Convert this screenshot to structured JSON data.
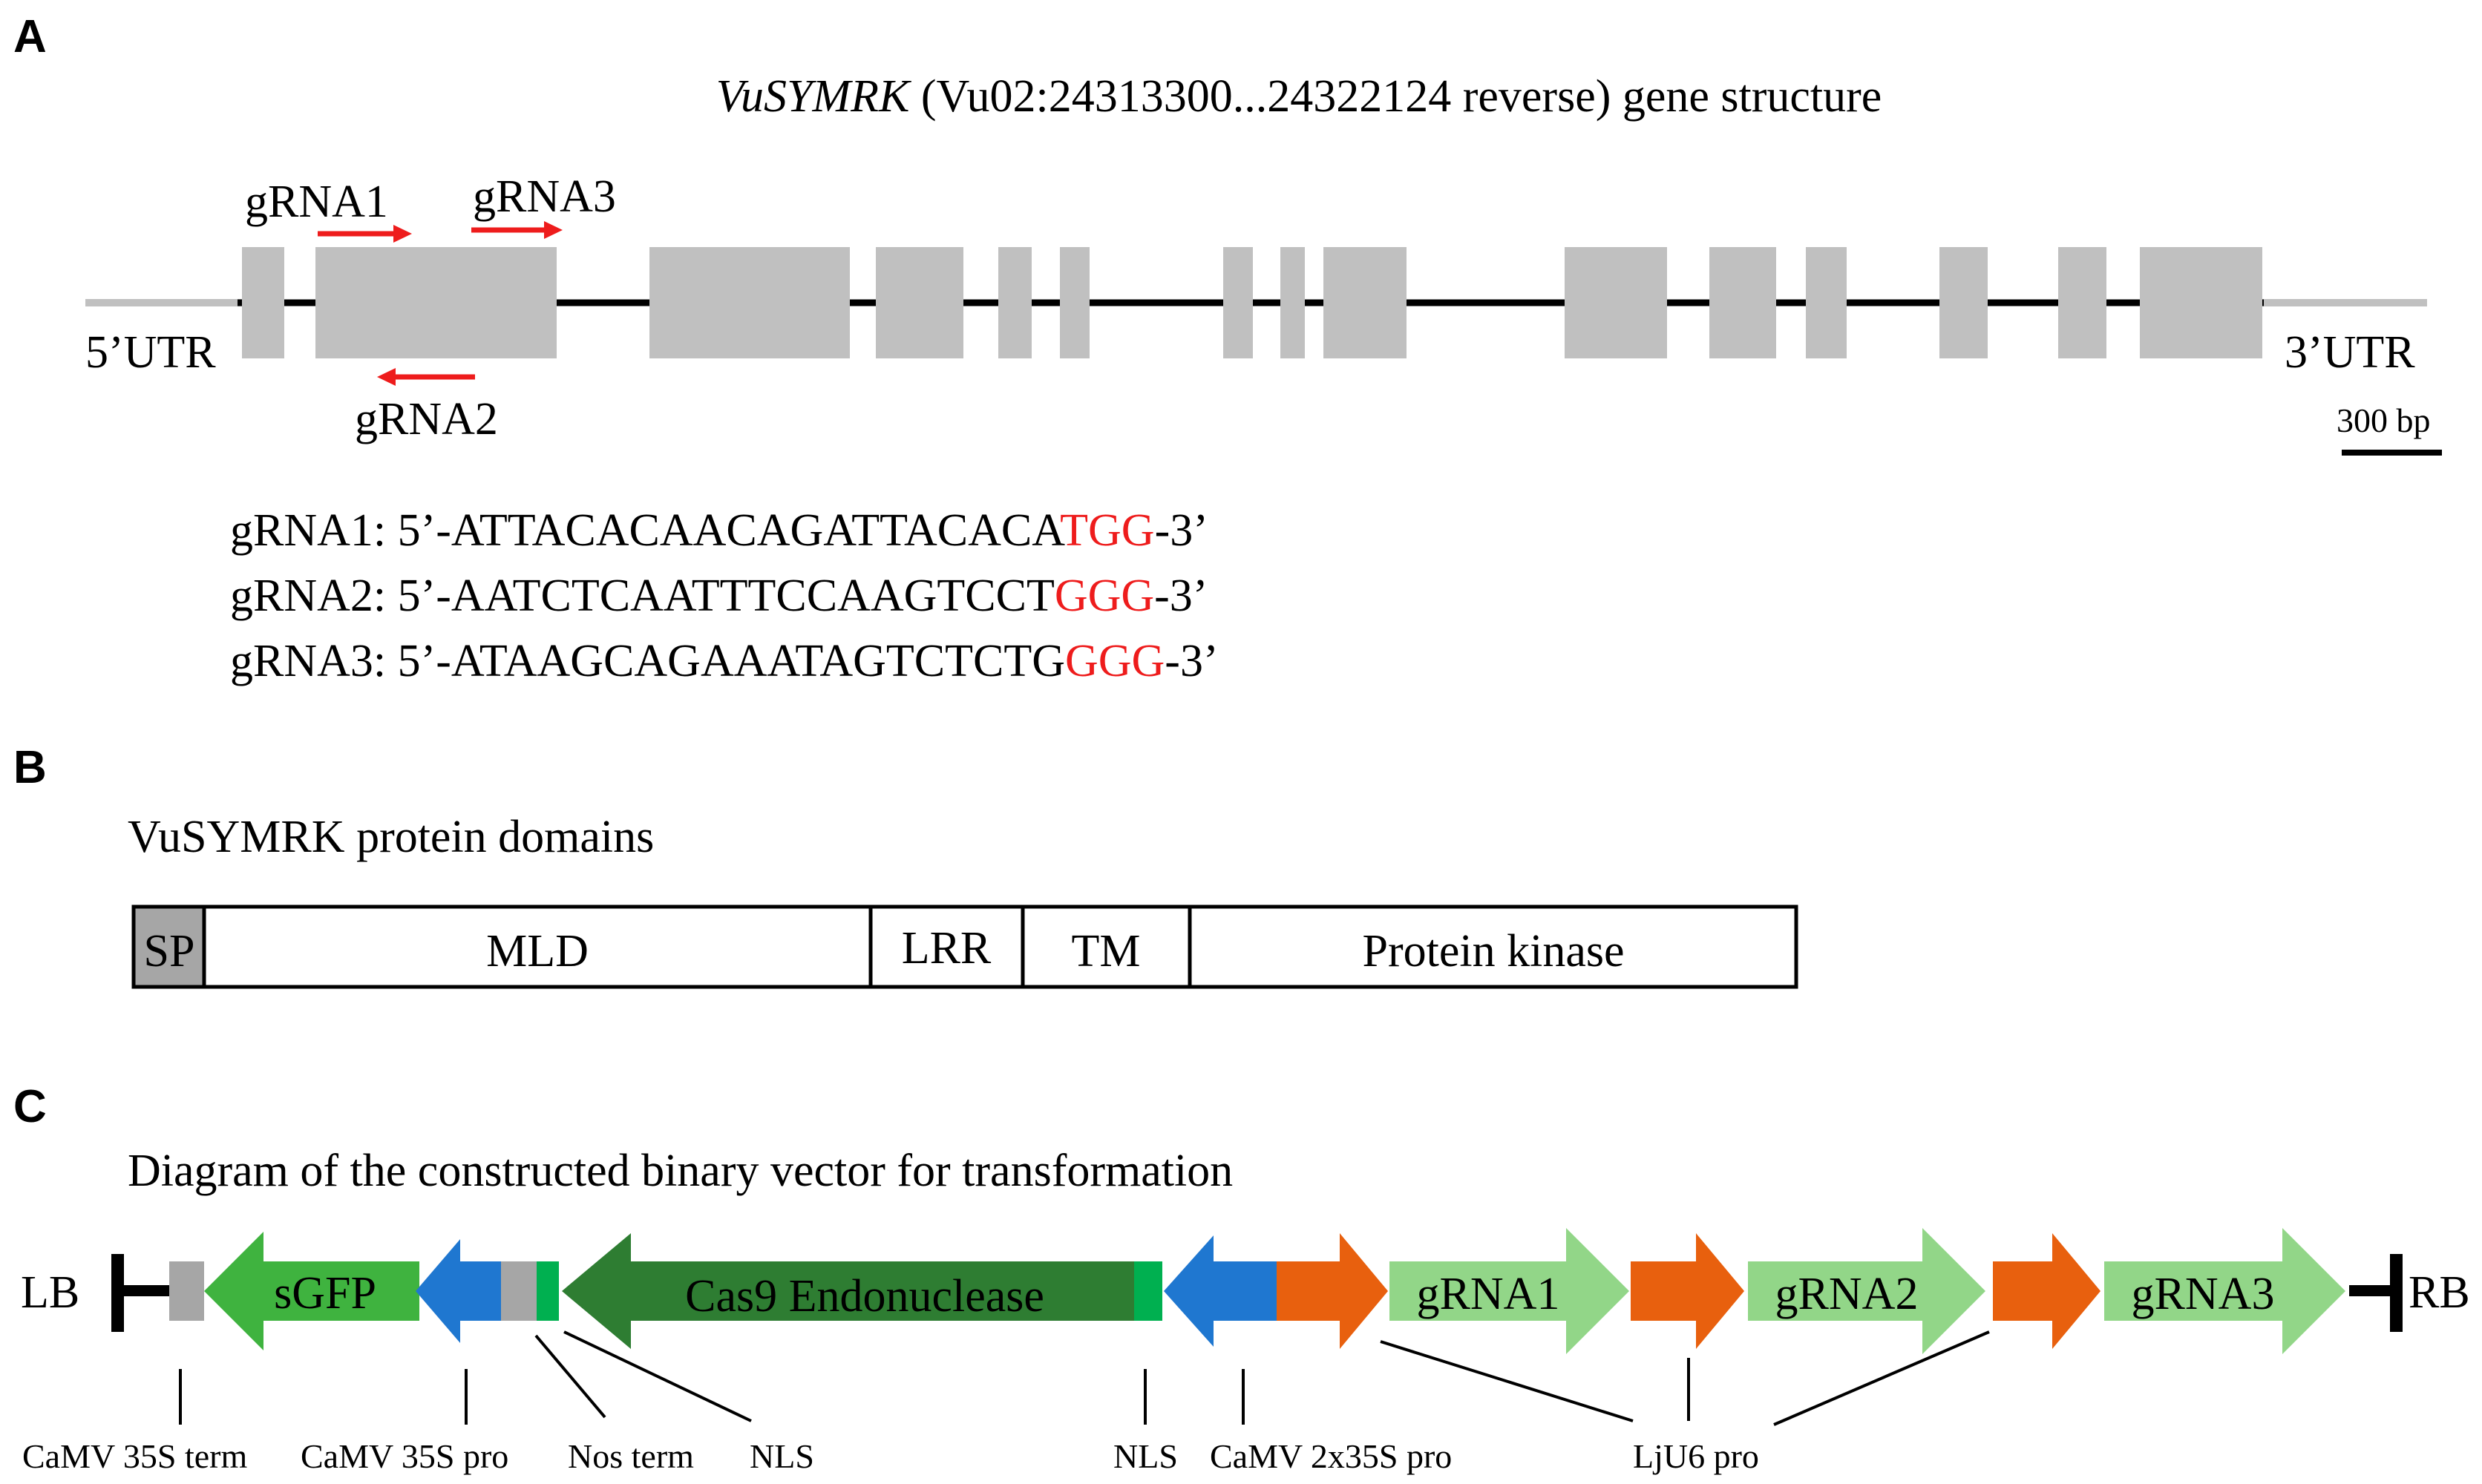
{
  "panels": {
    "a": "A",
    "b": "B",
    "c": "C"
  },
  "panel_a": {
    "title_gene": "VuSYMRK",
    "title_rest": " (Vu02:24313300...24322124 reverse) gene structure",
    "utr5": "5’UTR",
    "utr3": "3’UTR",
    "scale_label": "300 bp",
    "grna_labels": [
      "gRNA1",
      "gRNA2",
      "gRNA3"
    ],
    "sequences": [
      {
        "prefix": "gRNA1: 5’-",
        "seq": "ATTACACAACAGATTACACA",
        "pam": "TGG",
        "suffix": "-3’"
      },
      {
        "prefix": "gRNA2: 5’-",
        "seq": "AATCTCAATTTCCAAGTCCT",
        "pam": "GGG",
        "suffix": "-3’"
      },
      {
        "prefix": "gRNA3: 5’-",
        "seq": "ATAAGCAGAAATAGTCTCTG",
        "pam": "GGG",
        "suffix": "-3’"
      }
    ]
  },
  "panel_b": {
    "title": "VuSYMRK protein domains",
    "domains": [
      "SP",
      "MLD",
      "LRR",
      "TM",
      "Protein kinase"
    ]
  },
  "panel_c": {
    "title": "Diagram of the constructed binary vector for transformation",
    "lb": "LB",
    "rb": "RB",
    "elements": {
      "sgfp": "sGFP",
      "cas9": "Cas9 Endonuclease",
      "grna1": "gRNA1",
      "grna2": "gRNA2",
      "grna3": "gRNA3"
    },
    "annotations": {
      "camv35s_term": "CaMV 35S term",
      "camv35s_pro": "CaMV 35S pro",
      "nos_term": "Nos term",
      "nls_left": "NLS",
      "nls_right": "NLS",
      "camv2x35s_pro": "CaMV 2x35S pro",
      "lju6_pro": "LjU6 pro"
    }
  },
  "colors": {
    "exon": "#c0c0c0",
    "utr_line": "#c0c0c0",
    "intron": "#000000",
    "grna_arrow": "#ee1c1c",
    "pam_text": "#ee1c1c",
    "sp_domain": "#a6a6a6",
    "terminator_box": "#a6a6a6",
    "sgfp": "#3fb33f",
    "cas9": "#2e7d32",
    "nls": "#00b050",
    "promoter_35s": "#1f77d0",
    "lju6_promoter": "#e8600e",
    "grna_cassette": "#92d688"
  }
}
